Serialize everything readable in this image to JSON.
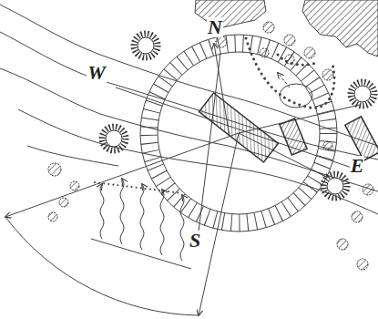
{
  "diagram": {
    "labels": [
      "N",
      "W",
      "E",
      "S"
    ]
  }
}
